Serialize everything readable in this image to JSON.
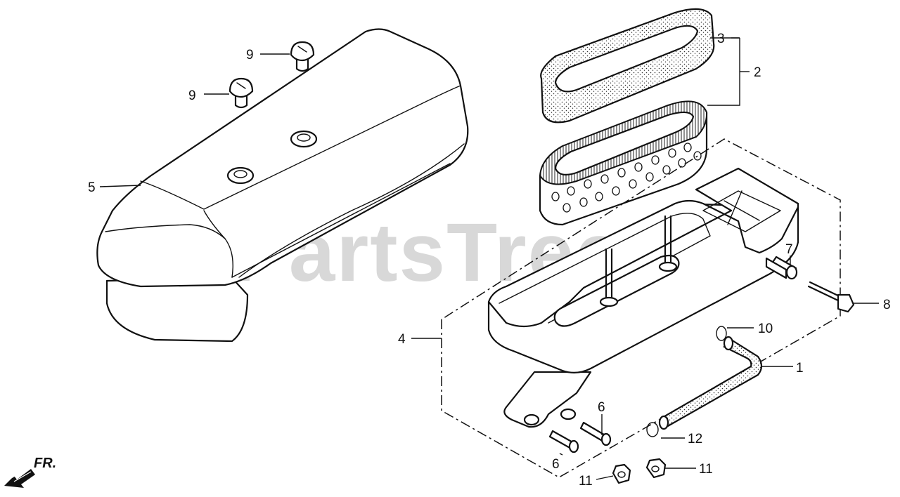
{
  "watermark": "PartsTree",
  "direction_marker": "FR.",
  "callouts": [
    {
      "id": "c1",
      "label": "1"
    },
    {
      "id": "c2",
      "label": "2"
    },
    {
      "id": "c3",
      "label": "3"
    },
    {
      "id": "c4",
      "label": "4"
    },
    {
      "id": "c5",
      "label": "5"
    },
    {
      "id": "c6a",
      "label": "6"
    },
    {
      "id": "c6b",
      "label": "6"
    },
    {
      "id": "c7",
      "label": "7"
    },
    {
      "id": "c8",
      "label": "8"
    },
    {
      "id": "c9a",
      "label": "9"
    },
    {
      "id": "c9b",
      "label": "9"
    },
    {
      "id": "c10",
      "label": "10"
    },
    {
      "id": "c11a",
      "label": "11"
    },
    {
      "id": "c11b",
      "label": "11"
    },
    {
      "id": "c12",
      "label": "12"
    }
  ]
}
